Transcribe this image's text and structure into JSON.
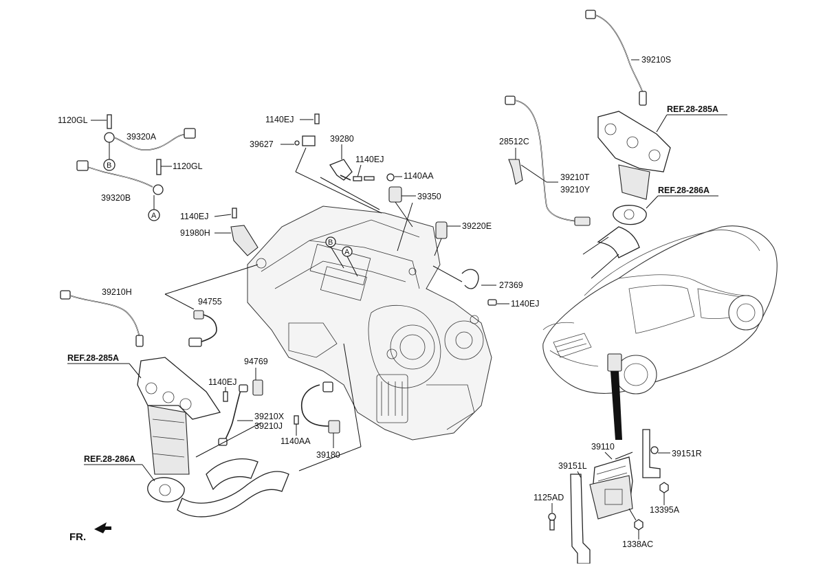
{
  "labels": {
    "p_1120GL_top": "1120GL",
    "p_39320A": "39320A",
    "p_1120GL_mid": "1120GL",
    "p_39320B": "39320B",
    "circle_B": "B",
    "circle_A": "A",
    "p_1140EJ_top": "1140EJ",
    "p_39627": "39627",
    "p_39280": "39280",
    "p_1140EJ_b": "1140EJ",
    "p_1140AA_top": "1140AA",
    "p_39350": "39350",
    "p_1140EJ_left": "1140EJ",
    "p_91980H": "91980H",
    "p_39220E": "39220E",
    "p_27369": "27369",
    "p_1140EJ_right": "1140EJ",
    "p_39210H": "39210H",
    "p_94755": "94755",
    "ref_285A_left": "REF.28-285A",
    "p_94769": "94769",
    "p_1140EJ_low": "1140EJ",
    "p_39210X": "39210X",
    "p_39210J": "39210J",
    "p_1140AA_low": "1140AA",
    "p_39180": "39180",
    "ref_286A_left": "REF.28-286A",
    "fr": "FR.",
    "p_39210S": "39210S",
    "ref_285A_right": "REF.28-285A",
    "p_28512C": "28512C",
    "p_39210T": "39210T",
    "p_39210Y": "39210Y",
    "ref_286A_right": "REF.28-286A",
    "p_39110": "39110",
    "p_39151R": "39151R",
    "p_39151L": "39151L",
    "p_1125AD": "1125AD",
    "p_13395A": "13395A",
    "p_1338AC": "1338AC"
  }
}
